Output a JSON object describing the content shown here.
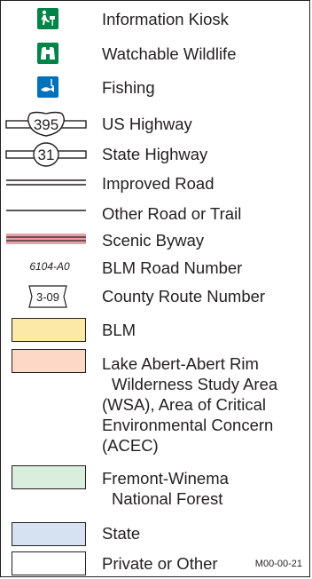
{
  "legend": {
    "items": [
      {
        "label": "Information Kiosk"
      },
      {
        "label": "Watchable Wildlife"
      },
      {
        "label": "Fishing"
      },
      {
        "label": "US Highway",
        "shield_text": "395"
      },
      {
        "label": "State Highway",
        "shield_text": "31"
      },
      {
        "label": "Improved Road"
      },
      {
        "label": "Other Road or Trail"
      },
      {
        "label": "Scenic Byway"
      },
      {
        "label": "BLM Road Number",
        "sample": "6104-A0"
      },
      {
        "label": "County Route Number",
        "shield_text": "3-09"
      },
      {
        "label": "BLM",
        "color": "#fde9a7"
      },
      {
        "label_lines": [
          "Lake Abert-Abert Rim",
          "Wilderness Study Area",
          "(WSA), Area of Critical",
          "Environmental Concern",
          "(ACEC)"
        ],
        "color": "#fed8c6"
      },
      {
        "label_lines": [
          "Fremont-Winema",
          "National Forest"
        ],
        "color": "#d9eedc"
      },
      {
        "label": "State",
        "color": "#d6e1f1"
      },
      {
        "label": "Private or Other",
        "color": "#ffffff"
      }
    ],
    "map_code": "M00-00-21",
    "colors": {
      "kiosk_green": "#008346",
      "fishing_blue": "#0072bc",
      "scenic_byway": "#e8a0a6"
    }
  }
}
